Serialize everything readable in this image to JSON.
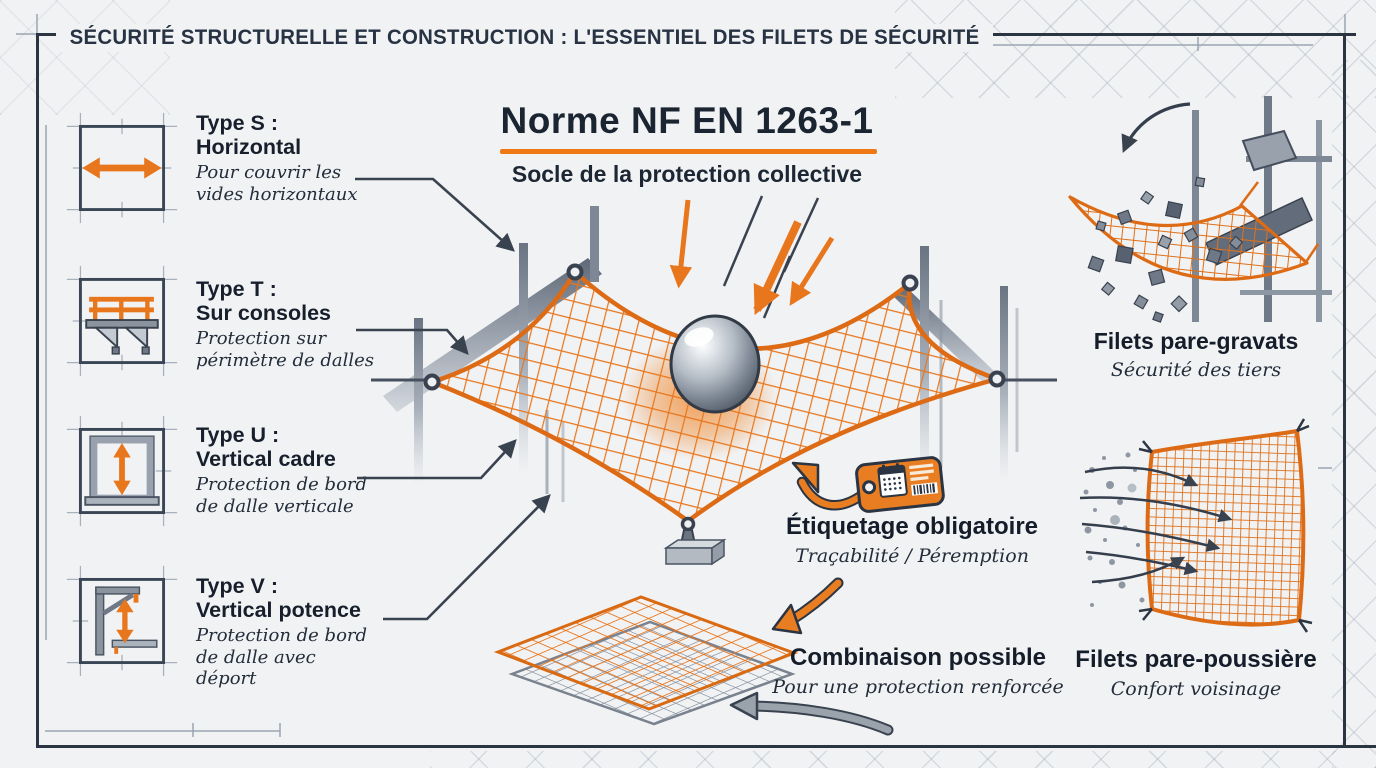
{
  "header": {
    "title": "SÉCURITÉ STRUCTURELLE ET CONSTRUCTION : L'ESSENTIEL DES FILETS DE SÉCURITÉ"
  },
  "norm": {
    "title": "Norme NF EN 1263-1",
    "subtitle": "Socle de la protection collective"
  },
  "net_types": [
    {
      "code": "Type S :",
      "name": "Horizontal",
      "description": "Pour couvrir les vides horizontaux",
      "icon": "square-horizontal-arrow-icon"
    },
    {
      "code": "Type T :",
      "name": "Sur consoles",
      "description": "Protection sur périmètre de dalles",
      "icon": "console-bracket-icon"
    },
    {
      "code": "Type U :",
      "name": "Vertical cadre",
      "description": "Protection de bord de dalle verticale",
      "icon": "frame-vertical-arrow-icon"
    },
    {
      "code": "Type V :",
      "name": "Vertical potence",
      "description": "Protection de bord de dalle avec déport",
      "icon": "gallows-bracket-vertical-arrow-icon"
    }
  ],
  "labeling": {
    "title": "Étiquetage obligatoire",
    "subtitle": "Traçabilité / Péremption",
    "icon": "tag-calendar-barcode-icon"
  },
  "combination": {
    "title": "Combinaison possible",
    "subtitle": "Pour une protection renforcée"
  },
  "debris_net": {
    "title": "Filets pare-gravats",
    "subtitle": "Sécurité des tiers"
  },
  "dust_net": {
    "title": "Filets pare-poussière",
    "subtitle": "Confort voisinage"
  },
  "colors": {
    "accent_orange": "#e8761c",
    "underline_orange": "#ef7815",
    "dark_navy": "#1b2531",
    "steel_gray": "#8b939f",
    "background": "#f1f2f4"
  }
}
